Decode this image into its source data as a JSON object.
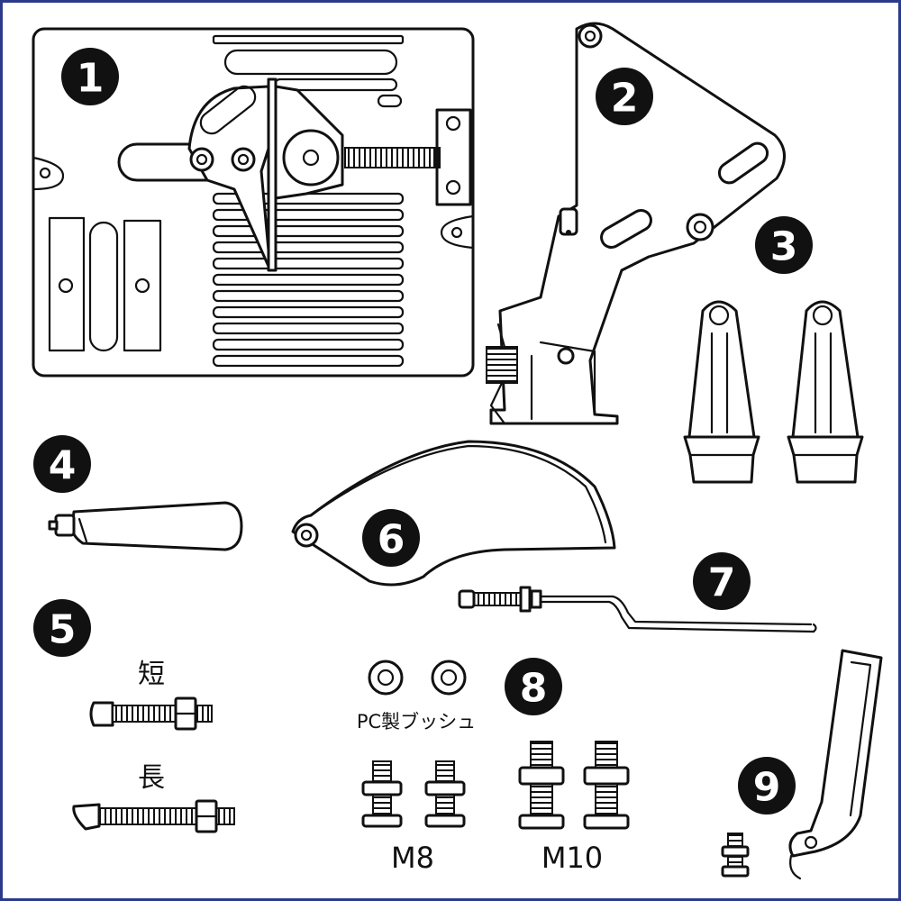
{
  "parts": {
    "p1": {
      "number": "1"
    },
    "p2": {
      "number": "2"
    },
    "p3": {
      "number": "3"
    },
    "p4": {
      "number": "4"
    },
    "p5": {
      "number": "5",
      "short_label": "短",
      "long_label": "長"
    },
    "p6": {
      "number": "6"
    },
    "p7": {
      "number": "7"
    },
    "p8": {
      "number": "8",
      "bushing_label": "PC製ブッシュ",
      "m8_label": "M8",
      "m10_label": "M10"
    },
    "p9": {
      "number": "9"
    }
  },
  "colors": {
    "border": "#2b3a8c",
    "ink": "#111111",
    "background": "#ffffff"
  }
}
